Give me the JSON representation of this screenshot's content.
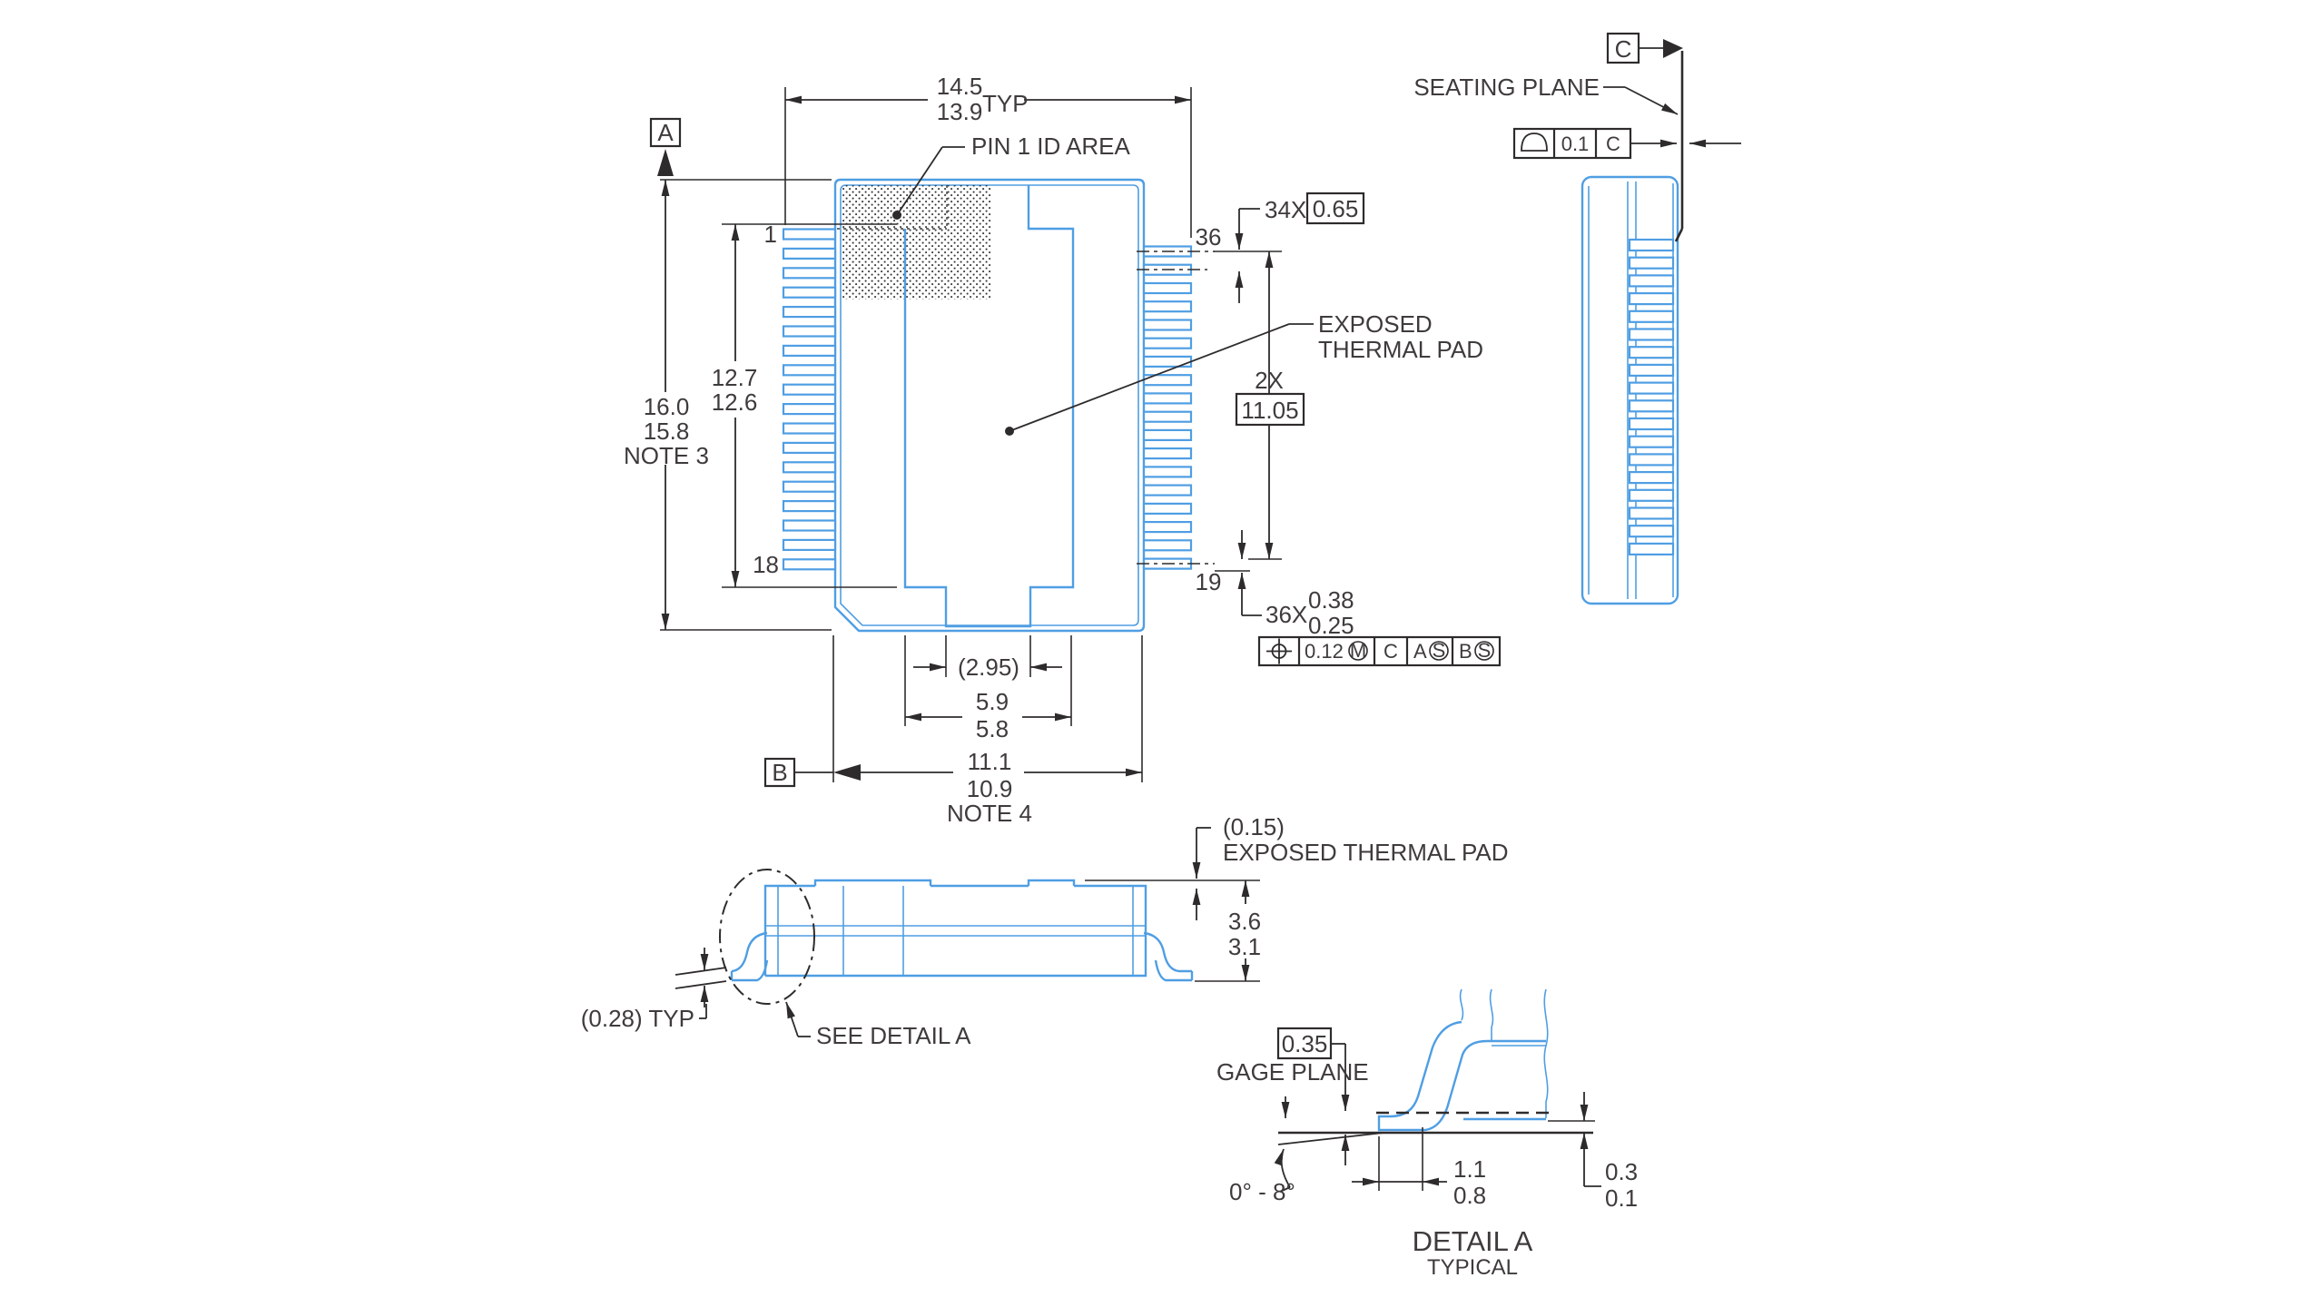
{
  "drawing": {
    "top_view": {
      "width_max": "14.5",
      "width_min": "13.9",
      "width_suffix": "TYP",
      "pin1_id": "PIN 1 ID AREA",
      "datum_a": "A",
      "datum_b": "B",
      "length_max": "16.0",
      "length_min": "15.8",
      "length_note": "NOTE 3",
      "lead_zone_max": "12.7",
      "lead_zone_min": "12.6",
      "pin1": "1",
      "pin18": "18",
      "pin19": "19",
      "pin36": "36",
      "pitch_count": "34X",
      "pitch_value": "0.65",
      "pad_label_line1": "EXPOSED",
      "pad_label_line2": "THERMAL PAD",
      "pad_len_count": "2X",
      "pad_len_value": "11.05",
      "lead_w_count": "36X",
      "lead_w_max": "0.38",
      "lead_w_min": "0.25",
      "fcf_tol": "0.12",
      "fcf_mod": "M",
      "fcf_d1": "C",
      "fcf_d2": "A",
      "fcf_d2_mod": "S",
      "fcf_d3": "B",
      "fcf_d3_mod": "S",
      "tab_width": "(2.95)",
      "pad_w_max": "5.9",
      "pad_w_min": "5.8",
      "body_w_max": "11.1",
      "body_w_min": "10.9",
      "body_w_note": "NOTE 4"
    },
    "side_view": {
      "datum_c": "C",
      "seating_label": "SEATING PLANE",
      "flat_tol": "0.1",
      "flat_datum": "C"
    },
    "front_view": {
      "pad_height": "(0.15)",
      "pad_label": "EXPOSED THERMAL PAD",
      "height_max": "3.6",
      "height_min": "3.1",
      "standoff": "(0.28) TYP",
      "see_detail": "SEE DETAIL A"
    },
    "detail_a": {
      "gage_value": "0.35",
      "gage_label": "GAGE PLANE",
      "angle": "0° - 8°",
      "foot_len_max": "1.1",
      "foot_len_min": "0.8",
      "tip_h_max": "0.3",
      "tip_h_min": "0.1",
      "title": "DETAIL A",
      "subtitle": "TYPICAL"
    },
    "colors": {
      "outline": "#4f9ee3",
      "lines": "#2e2b2c",
      "text": "#3f3b3c"
    }
  }
}
